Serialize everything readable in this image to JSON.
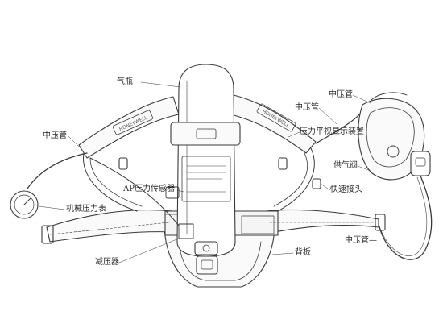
{
  "labels": {
    "cylinder": "气瓶",
    "mp_hose_top": "中压管",
    "mp_hose_mid": "中压管",
    "mp_hose_left": "中压管",
    "hud": "压力平视显示装置",
    "demand_valve": "供气阀",
    "ap_sensor": "AP压力传感器",
    "quick_coupling": "快速接头",
    "pressure_gauge": "机械压力表",
    "mp_hose_bottom": "中压管—",
    "reducer": "减压器",
    "backplate": "背板"
  },
  "strap_text": {
    "left": "HONEYWELL",
    "right": "HONEYWELL"
  },
  "colors": {
    "line": "#3a3a3a",
    "text": "#2a2a2a",
    "background": "#ffffff"
  }
}
